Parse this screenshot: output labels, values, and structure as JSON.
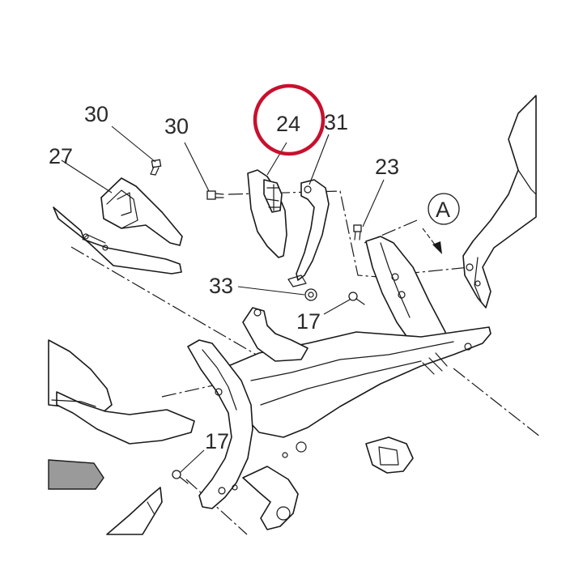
{
  "callouts": {
    "c30a": "30",
    "c30b": "30",
    "c27": "27",
    "c24": "24",
    "c31": "31",
    "c23": "23",
    "cA": "A",
    "c33": "33",
    "c17a": "17",
    "c17b": "17"
  },
  "highlight_color": "#c8102e",
  "grey_fill": "#9a9a9a"
}
